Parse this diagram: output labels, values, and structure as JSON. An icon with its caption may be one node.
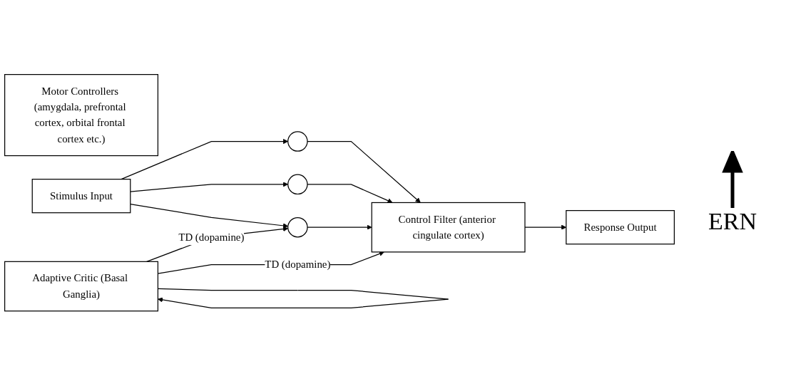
{
  "diagram": {
    "nodes": [
      {
        "text": [
          "Motor Controllers (amygdala, prefrontal cortex, orbital frontal cortex etc.)"
        ]
      },
      {
        "text": [
          "Stimulus Input"
        ]
      },
      {
        "text": [],
        "shape": "circle"
      },
      {
        "text": [],
        "shape": "circle"
      },
      {
        "text": [],
        "shape": "circle"
      },
      {
        "text": [
          "Control Filter (anterior cingulate cortex)"
        ]
      },
      {
        "text": [
          "Response Output"
        ]
      },
      {
        "text": [
          "Adaptive Critic (Basal Ganglia)"
        ]
      }
    ],
    "edges": [
      {
        "from": 1,
        "to": 2,
        "arrow": "to"
      },
      {
        "from": 1,
        "to": 3,
        "arrow": "to"
      },
      {
        "from": 1,
        "to": 4,
        "arrow": "to"
      },
      {
        "from": 2,
        "to": 5,
        "arrow": "to"
      },
      {
        "from": 3,
        "to": 5,
        "arrow": "to"
      },
      {
        "from": 4,
        "to": 5,
        "arrow": "to"
      },
      {
        "from": 5,
        "to": 6,
        "arrow": "to"
      },
      {
        "from": 7,
        "to": 7,
        "arrow": "to"
      },
      {
        "from": 7,
        "to": 4,
        "arrow": "to",
        "label": "TD (dopamine)"
      },
      {
        "from": 7,
        "to": 5,
        "arrow": "to",
        "label": "TD (dopamine)"
      }
    ],
    "labels": [
      "ERN"
    ]
  }
}
